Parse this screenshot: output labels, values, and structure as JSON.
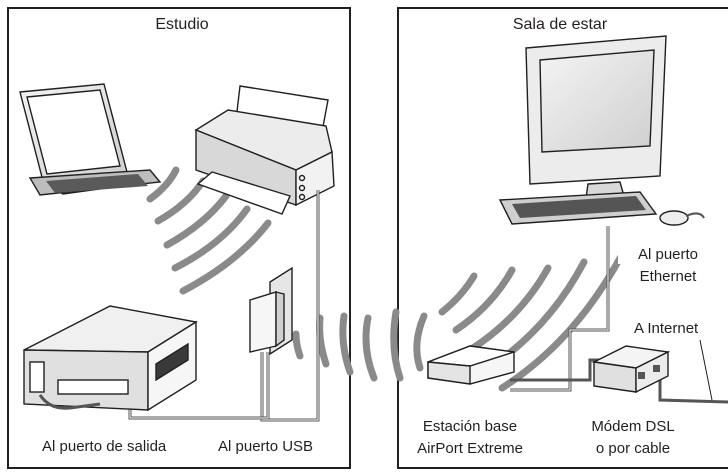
{
  "rooms": {
    "studio": {
      "title": "Estudio"
    },
    "living": {
      "title": "Sala de estar"
    }
  },
  "labels": {
    "output_port": "Al puerto de salida",
    "usb_port": "Al puerto USB",
    "ethernet_line1": "Al puerto",
    "ethernet_line2": "Ethernet",
    "internet": "A Internet",
    "base_station_line1": "Estación base",
    "base_station_line2": "AirPort Extreme",
    "modem_line1": "Módem DSL",
    "modem_line2": "o por cable"
  },
  "icons": [
    "laptop-icon",
    "printer-icon",
    "imac-icon",
    "keyboard-icon",
    "mouse-icon",
    "speaker-receiver-icon",
    "airport-express-icon",
    "airport-extreme-icon",
    "modem-icon",
    "wifi-waves-icon",
    "apple-logo-icon"
  ]
}
